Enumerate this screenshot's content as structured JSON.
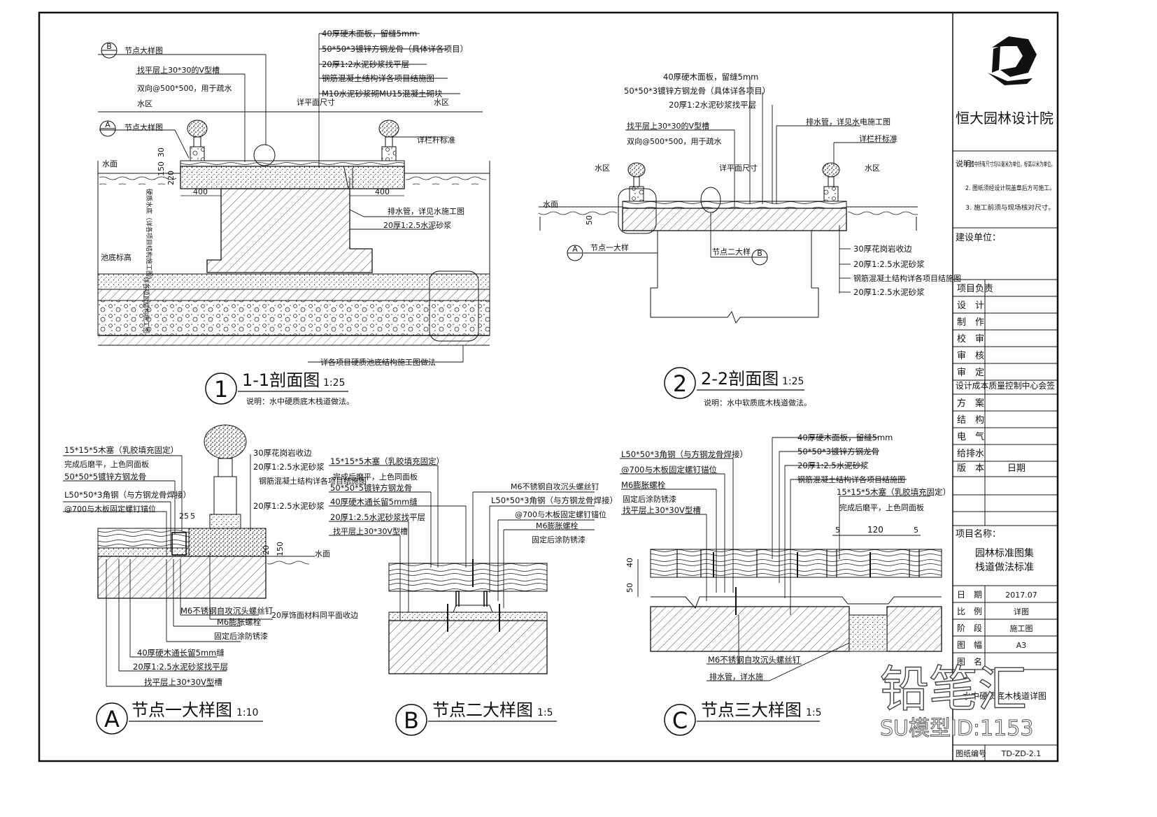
{
  "title_block": {
    "company": "恒大园林设计院",
    "notes_label": "说明：",
    "notes": [
      "1. 图中所有尺寸均以毫米为单位，标高以米为单位。",
      "2. 图纸须经设计院盖章后方可施工。",
      "3. 施工前须与现场核对尺寸。"
    ],
    "owner_label": "建设单位：",
    "rows": [
      {
        "label": "项目负责",
        "value": ""
      },
      {
        "label": "设　计",
        "value": ""
      },
      {
        "label": "制　作",
        "value": ""
      },
      {
        "label": "校　审",
        "value": ""
      },
      {
        "label": "审　核",
        "value": ""
      },
      {
        "label": "审　定",
        "value": ""
      }
    ],
    "sign_header": "设计成本质量控制中心会签",
    "sign_rows": [
      "方　案",
      "结　构",
      "电　气",
      "给排水"
    ],
    "version_label": "版　本",
    "version_value": "日期",
    "project_label": "项目名称：",
    "project_name_1": "园林标准图集",
    "project_name_2": "栈道做法标准",
    "info_rows": [
      {
        "label": "日　期",
        "value": "2017.07"
      },
      {
        "label": "比　例",
        "value": "详图"
      },
      {
        "label": "阶　段",
        "value": "施工图"
      },
      {
        "label": "图　幅",
        "value": "A3"
      },
      {
        "label": "图　名",
        "value": ""
      }
    ],
    "drawing_name": "水中硬质底木栈道详图",
    "drawing_no_label": "图纸编号",
    "drawing_no": "TD-ZD-2.1"
  },
  "section1": {
    "num": "1",
    "title": "1-1剖面图",
    "scale": "1:25",
    "note": "说明：水中硬质底木栈道做法。",
    "callouts_top": [
      "40厚硬木面板，留缝5mm",
      "50*50*3镀锌方钢龙骨（具体详各项目）",
      "20厚1:2水泥砂浆找平层",
      "钢筋混凝土结构详各项目结施图",
      "M10水泥砂浆砌MU15混凝土砌块"
    ],
    "ref_b": "B",
    "ref_b_text": "节点大样图",
    "ref_a": "A",
    "ref_a_text": "节点大样图",
    "slope_1": "找平层上30*30的V型槽",
    "slope_2": "双向@500*500，用于疏水",
    "water_left": "水区",
    "water_right": "水区",
    "span_label": "详平面尺寸",
    "dim_30": "30",
    "dim_150": "150",
    "dim_220": "220",
    "dim_400_l": "400",
    "dim_400_r": "400",
    "water_surface": "水面",
    "pool_bottom": "池底标高",
    "pipe_label": "排水管，详见水施工图",
    "mortar_label": "20厚1:2.5水泥砂浆",
    "rail_label": "详栏杆标准",
    "vert_label_1": "硬质水底（详各项目结构施工图）",
    "vert_label_2": "详各项目结构施工图",
    "bottom_label": "详各项目硬质池底结构施工图做法"
  },
  "section2": {
    "num": "2",
    "title": "2-2剖面图",
    "scale": "1:25",
    "note": "说明：水中软质底木栈道做法。",
    "callouts_top": [
      "40厚硬木面板，留缝5mm",
      "50*50*3镀锌方钢龙骨（具体详各项目）",
      "20厚1:2水泥砂浆找平层"
    ],
    "slope_1": "找平层上30*30的V型槽",
    "slope_2": "双向@500*500，用于疏水",
    "pipe_label": "排水管，详见水电施工图",
    "rail_label": "详栏杆标准",
    "water_left": "水区",
    "water_right": "水区",
    "span_label": "详平面尺寸",
    "water_surface": "水面",
    "dim_50": "50",
    "ref_a": "A",
    "ref_a_text": "节点一大样",
    "ref_b": "B",
    "ref_b_text": "节点二大样",
    "callouts_right": [
      "30厚花岗岩收边",
      "20厚1:2.5水泥砂浆",
      "钢筋混凝土结构详各项目结施图",
      "20厚1:2.5水泥砂浆"
    ]
  },
  "detailA": {
    "letter": "A",
    "title": "节点一大样图",
    "scale": "1:10",
    "left_labels": [
      "15*15*5木塞（乳胶填充固定）",
      "完成后磨平，上色同面板",
      "50*50*5镀锌方钢龙骨",
      "L50*50*3角钢（与方钢龙骨焊接）",
      "@700与木板固定螺钉锚位"
    ],
    "right_labels": [
      "30厚花岗岩收边",
      "20厚1:2.5水泥砂浆",
      "钢筋混凝土结构详各项目结施图",
      "20厚1:2.5水泥砂浆"
    ],
    "dim_25": "25",
    "dim_5": "5",
    "dim_150": "150",
    "dim_20": "20",
    "water": "水面",
    "bottom_labels": [
      "M6不锈钢自攻沉头螺丝钉",
      "M6膨胀螺栓",
      "固定后涂防锈漆",
      "40厚硬木通长留5mm缝",
      "20厚1:2.5水泥砂浆找平层",
      "找平层上30*30V型槽"
    ],
    "paving_label": "20厚饰面材料同平面收边"
  },
  "detailB": {
    "letter": "B",
    "title": "节点二大样图",
    "scale": "1:5",
    "left_labels": [
      "15*15*5木塞（乳胶填充固定）",
      "完成后磨平，上色同面板",
      "50*50*5镀锌方钢龙骨",
      "40厚硬木通长留5mm缝",
      "20厚1:2.5水泥砂浆找平层",
      "找平层上30*30V型槽"
    ],
    "right_labels": [
      "M6不锈钢自攻沉头螺丝钉",
      "L50*50*3角钢（与方钢龙骨焊接）",
      "@700与木板固定螺钉锚位",
      "M6膨胀螺栓",
      "固定后涂防锈漆"
    ]
  },
  "detailC": {
    "letter": "C",
    "title": "节点三大样图",
    "scale": "1:5",
    "left_labels": [
      "L50*50*3角钢（与方钢龙骨焊接）",
      "@700与木板固定螺钉锚位",
      "M6膨胀螺栓",
      "固定后涂防锈漆",
      "找平层上30*30V型槽"
    ],
    "top_labels": [
      "40厚硬木面板，留缝5mm",
      "50*50*3镀锌方钢龙骨",
      "20厚1:2.5水泥砂浆",
      "钢筋混凝土结构详各项目结施图"
    ],
    "plug_label": "15*15*5木塞（乳胶填充固定）",
    "plug_label_2": "完成后磨平，上色同面板",
    "dim_5a": "5",
    "dim_120": "120",
    "dim_5b": "5",
    "dim_40": "40",
    "dim_50": "50",
    "bottom_labels": [
      "M6不锈钢自攻沉头螺丝钉",
      "排水管，详水施"
    ]
  },
  "watermark": {
    "brand": "铅笔汇",
    "model_id": "SU模型ID:1153"
  }
}
